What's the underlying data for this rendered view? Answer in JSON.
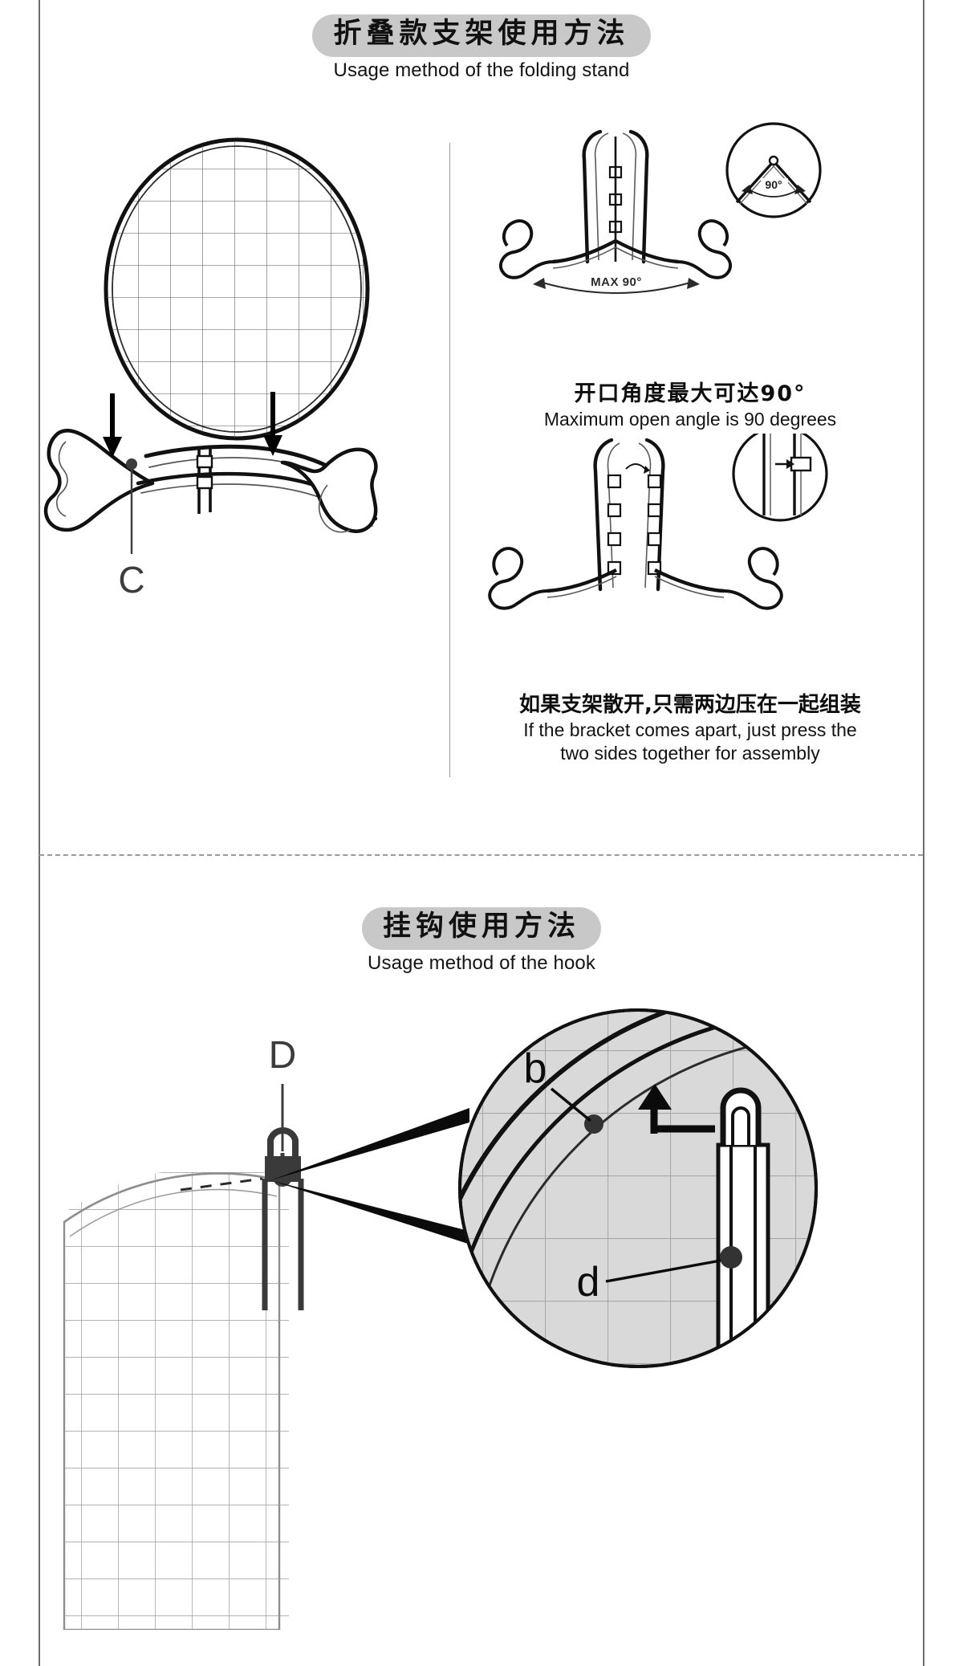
{
  "document": {
    "type": "instruction-manual-page",
    "background": "#ffffff",
    "pill_color": "#c8c8c8",
    "line_color": "#6e6e6e",
    "label_color": "#3c3c3c"
  },
  "sections": [
    {
      "id": "folding-stand",
      "heading_cn": "折叠款支架使用方法",
      "heading_en": "Usage method of the folding stand",
      "left_panel": {
        "label": "C",
        "description": "Round jigsaw puzzle plate resting on a folding easel stand with two downward arrows indicating pressing the plate into the stand"
      },
      "right_panel_top": {
        "inset_label": "90°",
        "dimension_label": "MAX 90°",
        "caption_cn": "开口角度最大可达90°",
        "caption_en": "Maximum open angle is 90 degrees"
      },
      "right_panel_bottom": {
        "caption_cn": "如果支架散开,只需两边压在一起组装",
        "caption_en_line1": "If the bracket comes apart, just press the",
        "caption_en_line2": "two sides together for assembly"
      }
    },
    {
      "id": "hook",
      "heading_cn": "挂钩使用方法",
      "heading_en": "Usage method of the hook",
      "labels": {
        "hook_part": "D",
        "magnified_top": "b",
        "magnified_bottom": "d"
      },
      "description": "Quarter of a round jigsaw puzzle with a hanging hook attached at its top edge, with a magnified circular callout showing the hook clip detail"
    }
  ]
}
